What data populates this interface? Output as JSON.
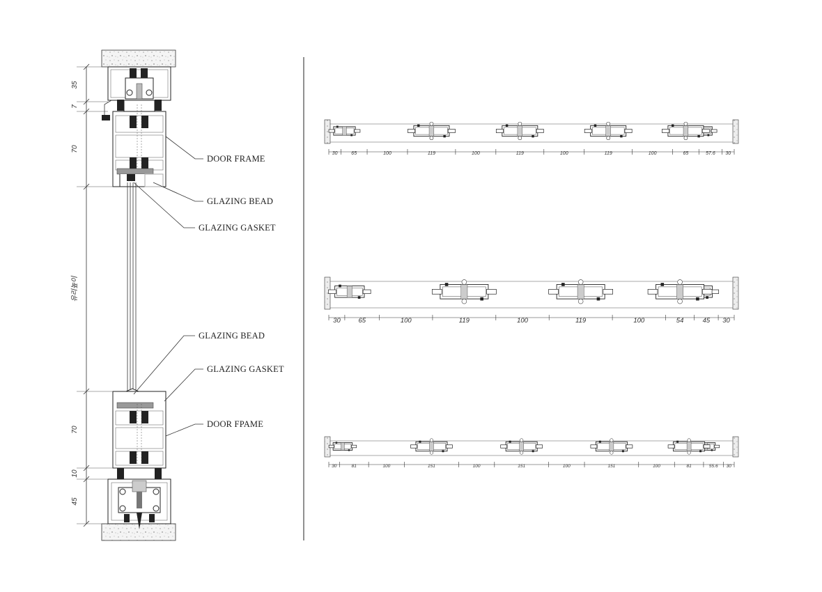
{
  "section": {
    "labels": [
      {
        "id": "door-frame-top",
        "text": "DOOR FRAME"
      },
      {
        "id": "glazing-bead-top",
        "text": "GLAZING BEAD"
      },
      {
        "id": "glazing-gasket-top",
        "text": "GLAZING GASKET"
      },
      {
        "id": "glazing-bead-bottom",
        "text": "GLAZING BEAD"
      },
      {
        "id": "glazing-gasket-bottom",
        "text": "GLAZING GASKET"
      },
      {
        "id": "door-frame-bottom",
        "text": "DOOR FPAME"
      }
    ],
    "dimensions": [
      "35",
      "7",
      "70",
      "유리높이",
      "70",
      "10",
      "45"
    ]
  },
  "plans": [
    {
      "dims": [
        "30",
        "65",
        "100",
        "119",
        "100",
        "119",
        "100",
        "119",
        "100",
        "65",
        "57.6",
        "30"
      ]
    },
    {
      "dims": [
        "30",
        "65",
        "100",
        "119",
        "100",
        "119",
        "100",
        "54",
        "45",
        "30"
      ]
    },
    {
      "dims": [
        "30",
        "81",
        "100",
        "151",
        "100",
        "151",
        "100",
        "151",
        "100",
        "81",
        "55.6",
        "30"
      ]
    }
  ]
}
